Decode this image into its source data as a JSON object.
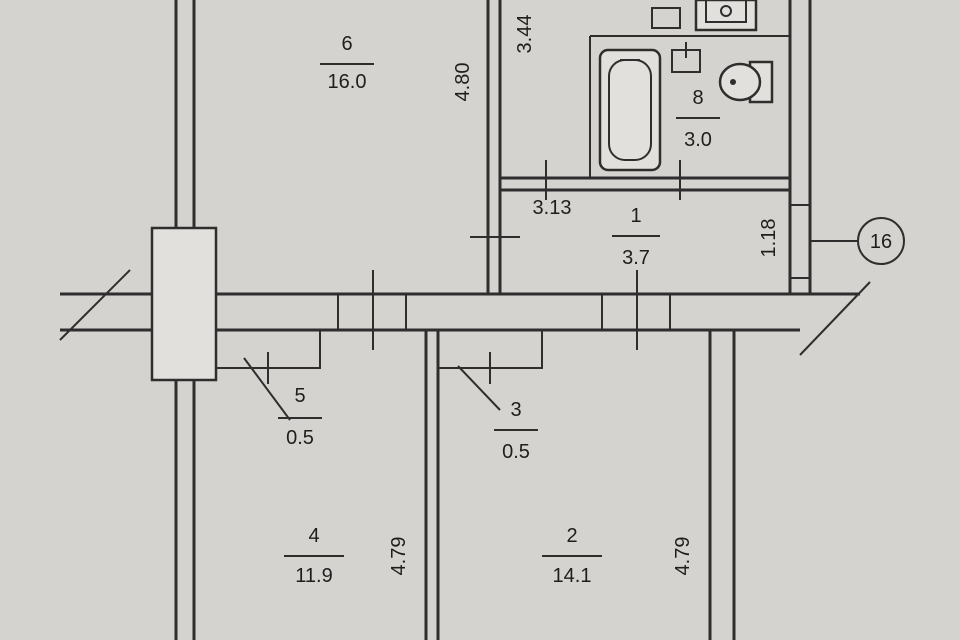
{
  "rooms": [
    {
      "number": "6",
      "area": "16.0"
    },
    {
      "number": "8",
      "area": "3.0"
    },
    {
      "number": "1",
      "area": "3.7"
    },
    {
      "number": "5",
      "area": "0.5"
    },
    {
      "number": "3",
      "area": "0.5"
    },
    {
      "number": "4",
      "area": "11.9"
    },
    {
      "number": "2",
      "area": "14.1"
    }
  ],
  "dimensions": {
    "room6_depth": "4.80",
    "room8_depth": "3.44",
    "hall_width": "3.13",
    "hall_depth": "1.18",
    "room4_depth": "4.79",
    "room2_depth": "4.79"
  },
  "axis_marker": "16"
}
